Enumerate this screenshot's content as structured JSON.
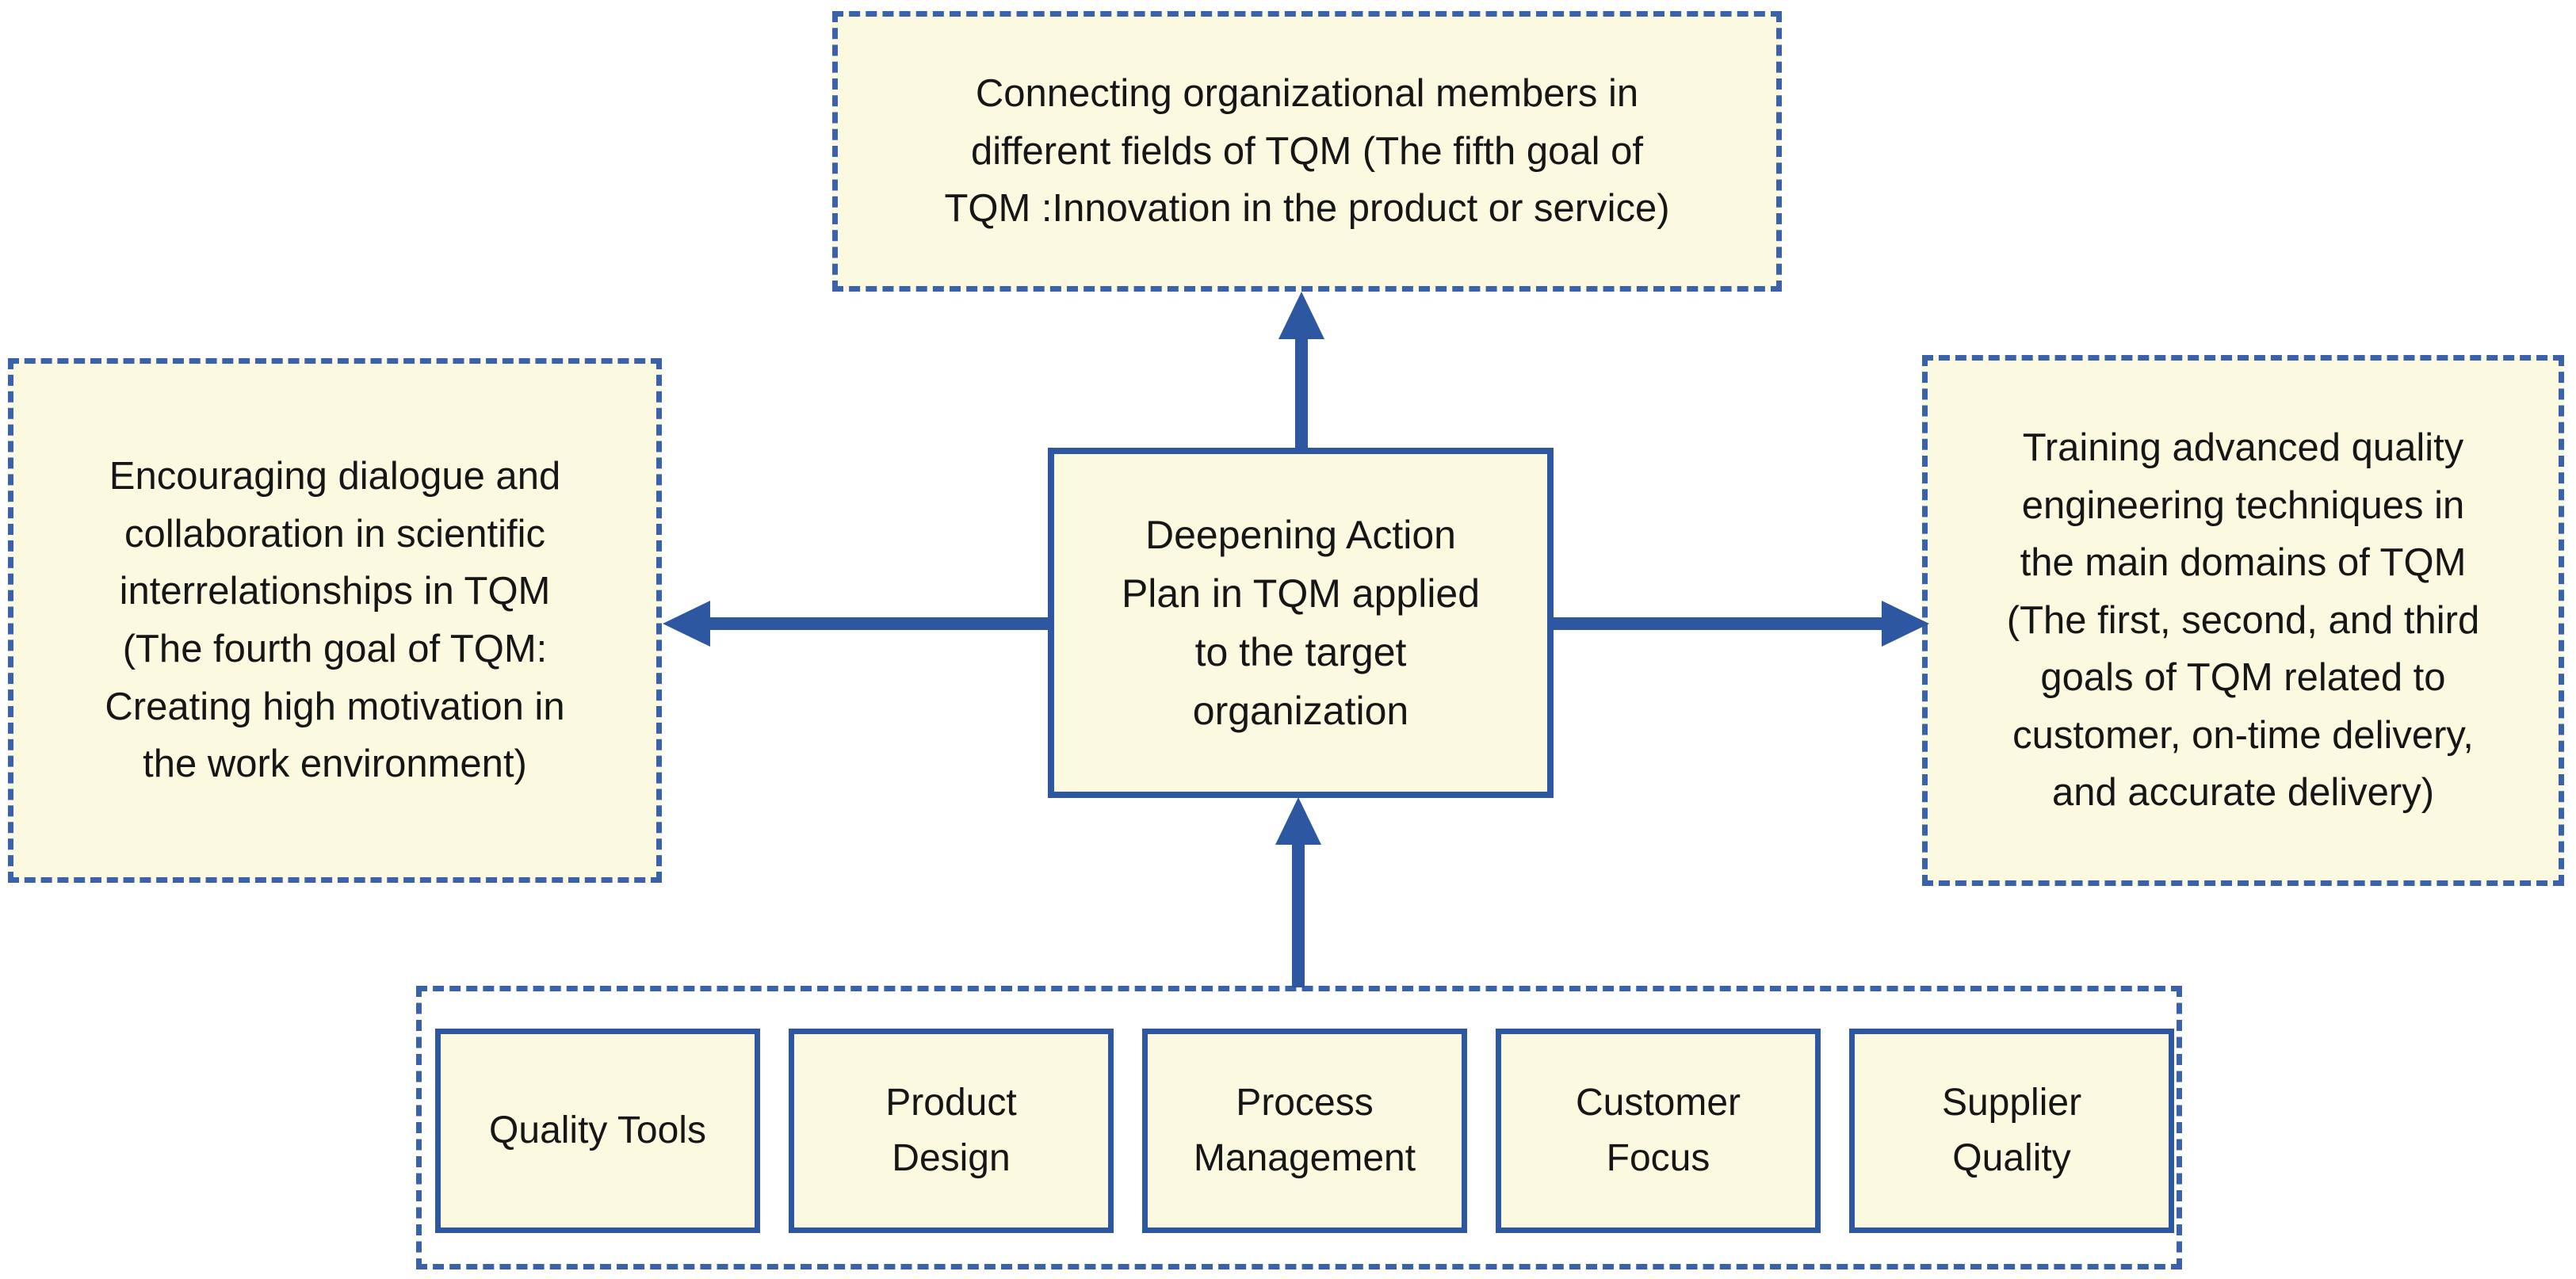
{
  "colors": {
    "box_fill": "#FBF9E0",
    "solid_border_blue": "#2E57A2",
    "dashed_border_blue": "#3A62AC",
    "text": "#161616",
    "background": "#FFFFFF"
  },
  "boxes": {
    "center": {
      "text": "Deepening Action\nPlan in TQM applied\nto the target\norganization"
    },
    "top": {
      "text": "Connecting organizational members in\ndifferent fields of TQM (The fifth goal of\nTQM :Innovation in the product or service)"
    },
    "left": {
      "text": "Encouraging dialogue and\ncollaboration in scientific\ninterrelationships in TQM\n(The fourth goal of TQM:\nCreating high motivation in\nthe work environment)"
    },
    "right": {
      "text": "Training advanced quality\nengineering techniques in\nthe main domains of TQM\n(The first, second, and third\ngoals of TQM related to\ncustomer, on-time delivery,\nand accurate delivery)"
    }
  },
  "bottom_group": {
    "items": [
      "Quality Tools",
      "Product\nDesign",
      "Process\nManagement",
      "Customer\nFocus",
      "Supplier\nQuality"
    ]
  }
}
